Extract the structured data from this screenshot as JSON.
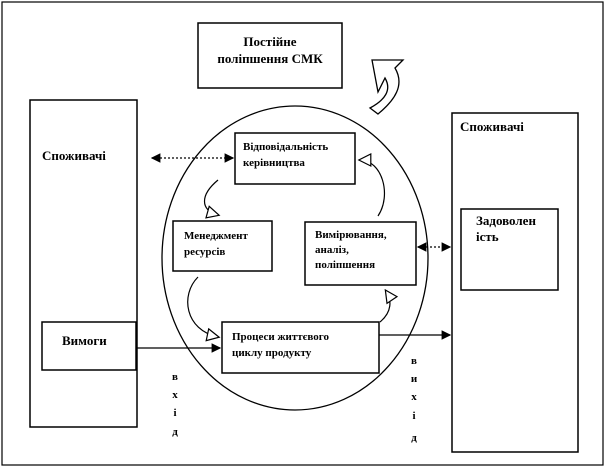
{
  "improvement": {
    "line1": "Постійне",
    "line2": "поліпшення  СМК"
  },
  "left_customers": {
    "label": "Споживачі"
  },
  "requirements": {
    "label": "Вимоги"
  },
  "right_customers": {
    "label": "Споживачі"
  },
  "satisfaction": {
    "line1": "Задоволен",
    "line2": "ість"
  },
  "responsibility": {
    "line1": "Відповідальність",
    "line2": "керівництва"
  },
  "resources": {
    "line1": "Менеджмент",
    "line2": "ресурсів"
  },
  "measurement": {
    "line1": "Вимірювання,",
    "line2": "аналіз,",
    "line3": "поліпшення"
  },
  "processes": {
    "line1": "Процеси життєвого",
    "line2": "циклу продукту"
  },
  "input": {
    "letters": [
      "в",
      "х",
      "і",
      "д"
    ]
  },
  "output": {
    "letters": [
      "в",
      "и",
      "х",
      "і",
      "д"
    ]
  }
}
